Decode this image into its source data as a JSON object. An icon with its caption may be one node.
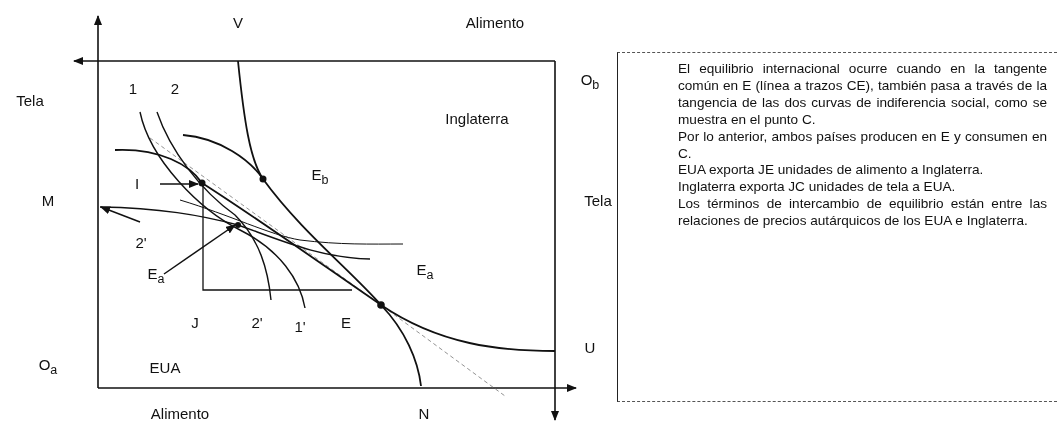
{
  "diagram": {
    "nodes": [
      {
        "text": [
          "I"
        ]
      },
      {
        "text": [
          "2'"
        ]
      },
      {
        "text": [
          "E$_{a}$"
        ]
      },
      {
        "text": [
          "El equilibrio internacional ocurre cuando en la tangente común en E (línea a trazos CE), también pasa a través de la tangencia de las dos curvas de indiferencia social, como se muestra en el punto C.",
          "Por lo anterior, ambos países producen en E y consumen en C.",
          "EUA exporta JE unidades de alimento a Inglaterra.",
          "Inglaterra exporta JC unidades de tela a EUA.",
          "Los términos de intercambio de equilibrio están entre las relaciones de precios autárquicos de los EUA e Inglaterra."
        ]
      }
    ],
    "edges": [
      {
        "from": 0,
        "to": null,
        "arrow": "to"
      },
      {
        "from": 1,
        "to": null,
        "arrow": "to"
      },
      {
        "from": 2,
        "to": null,
        "arrow": "to"
      }
    ],
    "labels": [
      "V",
      "Alimento",
      "O$_{b}$",
      "Tela",
      "1",
      "2",
      "Inglaterra",
      "E$_{b}$",
      "M",
      "Tela",
      "E$_{a}$",
      "J",
      "2'",
      "1'",
      "E",
      "U",
      "O$_{a}$",
      "EUA",
      "Alimento",
      "N"
    ]
  }
}
